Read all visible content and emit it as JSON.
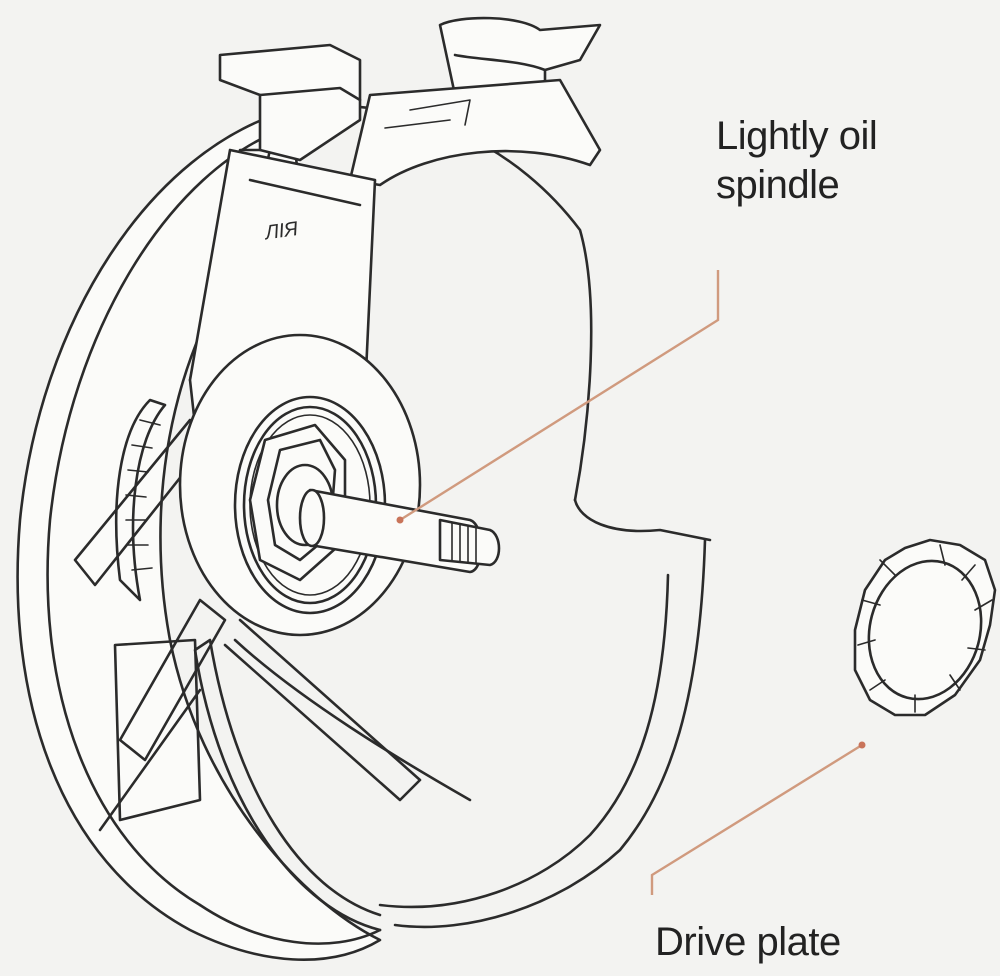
{
  "labels": {
    "oil_line1": "Lightly oil",
    "oil_line2": "spindle",
    "drive_plate": "Drive plate"
  },
  "colors": {
    "background": "#f3f3f1",
    "line": "#2b2b2b",
    "leader": "#d09a7e",
    "label": "#222222"
  },
  "icons": [
    "reel-drum-illustration",
    "spindle-illustration",
    "drive-plate-illustration"
  ]
}
